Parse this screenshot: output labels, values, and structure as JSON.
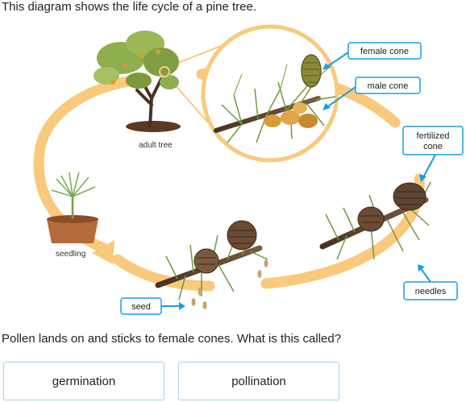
{
  "intro_text": "This diagram shows the life cycle of a pine tree.",
  "stages": {
    "adult_tree": "adult tree",
    "seedling": "seedling"
  },
  "callouts": {
    "female_cone": "female cone",
    "male_cone": "male cone",
    "fertilized_line1": "fertilized",
    "fertilized_line2": "cone",
    "needles": "needles",
    "seed": "seed"
  },
  "question": "Pollen lands on and sticks to female cones. What is this called?",
  "choices": [
    "germination",
    "pollination"
  ],
  "colors": {
    "cycle_arrow": "#f9c97d",
    "callout_border": "#1a9fdc",
    "choice_border": "#9fd3e8",
    "needle_green": "#6e9a3e",
    "cone_brown": "#6b4b33",
    "soil": "#b46a3c"
  }
}
